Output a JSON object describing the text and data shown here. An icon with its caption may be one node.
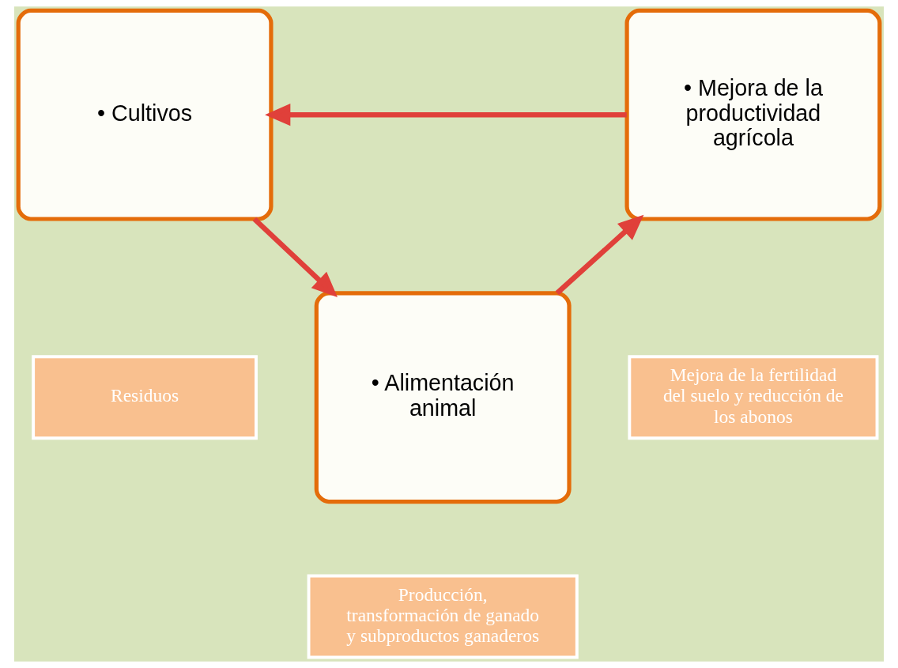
{
  "diagram": {
    "nodes": [
      {
        "text": [
          "• Cultivos"
        ]
      },
      {
        "text": [
          "Residuos"
        ]
      },
      {
        "text": [
          "Mejora de la fertilidad del suelo y reducción de los abonos"
        ]
      },
      {
        "text": [
          "• Mejora de la productividad agrícola"
        ]
      },
      {
        "text": [
          "• Alimentación animal"
        ]
      },
      {
        "text": [
          "Producción, transformación de ganado y subproductos ganaderos"
        ]
      }
    ],
    "edges": [
      {
        "from": 3,
        "to": 0,
        "arrow": "to"
      },
      {
        "from": 0,
        "to": 4,
        "arrow": "to"
      },
      {
        "from": 4,
        "to": 3,
        "arrow": "to"
      }
    ]
  }
}
